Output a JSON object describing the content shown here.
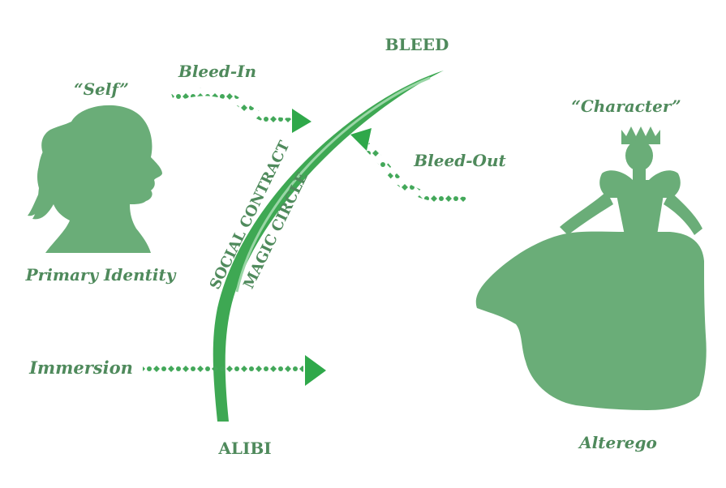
{
  "labels": {
    "self": "“Self”",
    "primary_identity": "Primary Identity",
    "bleed_in": "Bleed-In",
    "bleed": "BLEED",
    "bleed_out": "Bleed-Out",
    "character": "“Character”",
    "alterego": "Alterego",
    "immersion": "Immersion",
    "alibi": "ALIBI",
    "social_contract": "SOCIAL CONTRACT",
    "magic_circle": "MAGIC CIRCLE"
  },
  "colors": {
    "text": "#4f8a5c",
    "silhouette": "#6aad78",
    "arc": "#3ea853",
    "arrow": "#2fa84a"
  },
  "icons": {
    "self_figure": "woman-head-silhouette-icon",
    "character_figure": "princess-silhouette-icon"
  }
}
